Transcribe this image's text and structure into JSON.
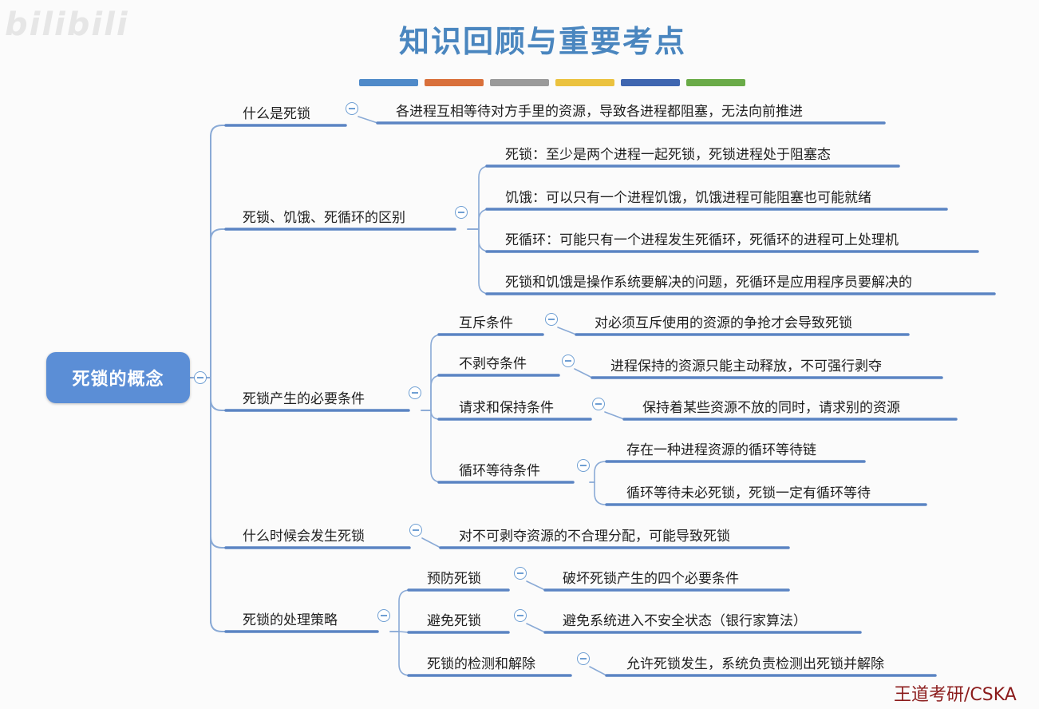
{
  "watermark": "bilibili",
  "title": "知识回顾与重要考点",
  "swatches": [
    "#4f8ac9",
    "#d9703b",
    "#9a9a9a",
    "#ebc23f",
    "#3f66b0",
    "#6aab48"
  ],
  "credit": "王道考研/CSKA",
  "colors": {
    "line": "#5b84c3",
    "connector": "#8aaad6",
    "root_fill": "#5b8ed6"
  },
  "mindmap": {
    "root": "死锁的概念",
    "branches": [
      {
        "label": "什么是死锁",
        "children": [
          {
            "label": "各进程互相等待对方手里的资源，导致各进程都阻塞，无法向前推进"
          }
        ]
      },
      {
        "label": "死锁、饥饿、死循环的区别",
        "children": [
          {
            "label": "死锁：至少是两个进程一起死锁，死锁进程处于阻塞态"
          },
          {
            "label": "饥饿：可以只有一个进程饥饿，饥饿进程可能阻塞也可能就绪"
          },
          {
            "label": "死循环：可能只有一个进程发生死循环，死循环的进程可上处理机"
          },
          {
            "label": "死锁和饥饿是操作系统要解决的问题，死循环是应用程序员要解决的"
          }
        ]
      },
      {
        "label": "死锁产生的必要条件",
        "children": [
          {
            "label": "互斥条件",
            "children": [
              {
                "label": "对必须互斥使用的资源的争抢才会导致死锁"
              }
            ]
          },
          {
            "label": "不剥夺条件",
            "children": [
              {
                "label": "进程保持的资源只能主动释放，不可强行剥夺"
              }
            ]
          },
          {
            "label": "请求和保持条件",
            "children": [
              {
                "label": "保持着某些资源不放的同时，请求别的资源"
              }
            ]
          },
          {
            "label": "循环等待条件",
            "children": [
              {
                "label": "存在一种进程资源的循环等待链"
              },
              {
                "label": "循环等待未必死锁，死锁一定有循环等待"
              }
            ]
          }
        ]
      },
      {
        "label": "什么时候会发生死锁",
        "children": [
          {
            "label": "对不可剥夺资源的不合理分配，可能导致死锁"
          }
        ]
      },
      {
        "label": "死锁的处理策略",
        "children": [
          {
            "label": "预防死锁",
            "children": [
              {
                "label": "破坏死锁产生的四个必要条件"
              }
            ]
          },
          {
            "label": "避免死锁",
            "children": [
              {
                "label": "避免系统进入不安全状态（银行家算法）"
              }
            ]
          },
          {
            "label": "死锁的检测和解除",
            "children": [
              {
                "label": "允许死锁发生，系统负责检测出死锁并解除"
              }
            ]
          }
        ]
      }
    ]
  }
}
